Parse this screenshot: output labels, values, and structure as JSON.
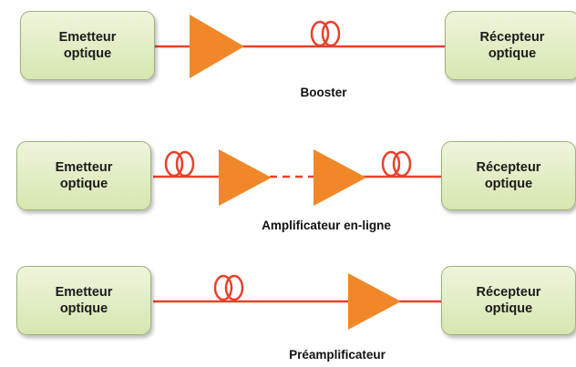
{
  "colors": {
    "fiber": "#e8402a",
    "amplifier": "#f0882a",
    "box_fill": "#dfe9c4",
    "box_border": "#9cb27a"
  },
  "rows": [
    {
      "emitter_label": "Emetteur\noptique",
      "receiver_label": "Récepteur\noptique",
      "caption": "Booster",
      "icons": [
        "amplifier-icon",
        "fiber-coil-icon"
      ]
    },
    {
      "emitter_label": "Emetteur\noptique",
      "receiver_label": "Récepteur\noptique",
      "caption": "Amplificateur en-ligne",
      "icons": [
        "fiber-coil-icon",
        "amplifier-icon",
        "amplifier-icon",
        "fiber-coil-icon"
      ]
    },
    {
      "emitter_label": "Emetteur\noptique",
      "receiver_label": "Récepteur\noptique",
      "caption": "Préamplificateur",
      "icons": [
        "fiber-coil-icon",
        "amplifier-icon"
      ]
    }
  ]
}
